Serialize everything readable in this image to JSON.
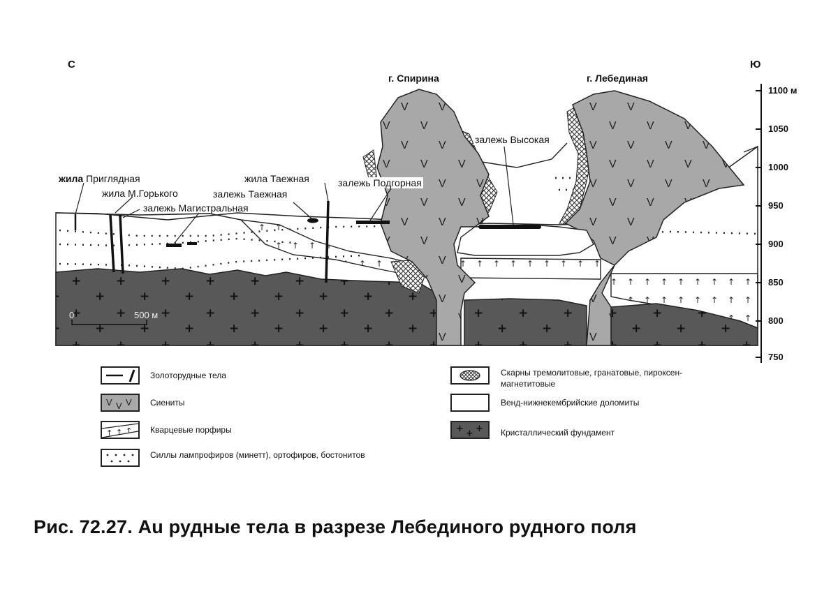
{
  "directions": {
    "north": "С",
    "south": "Ю"
  },
  "peaks": {
    "spirina": "г. Спирина",
    "lebedinaya": "г. Лебединая"
  },
  "labels": {
    "zhila_priglyadnaya_prefix": "жила",
    "zhila_priglyadnaya_name": "Приглядная",
    "zhila_m_gorkogo": "жила М.Горького",
    "zalezh_magistralnaya": "залежь Магистральная",
    "zhila_taezhnaya": "жила Таежная",
    "zalezh_taezhnaya": "залежь Таежная",
    "zalezh_podgornaya": "залежь Подгорная",
    "zalezh_vysokaya": "залежь Высокая"
  },
  "elevation_axis": {
    "ticks": [
      "1100 м",
      "1050",
      "1000",
      "950",
      "900",
      "850",
      "800",
      "750"
    ]
  },
  "scale_bar": {
    "start": "0",
    "end": "500 м"
  },
  "legend": [
    {
      "text": "Золоторудные тела",
      "swatch": "ore"
    },
    {
      "text": "Сиениты",
      "swatch": "syenite"
    },
    {
      "text": "Кварцевые порфиры",
      "swatch": "porphyry"
    },
    {
      "text": "Силлы лампрофиров (минетт), ортофиров, бостонитов",
      "swatch": "sills"
    },
    {
      "text": "Скарны тремолитовые, гранатовые, пироксен-магнетитовые",
      "swatch": "skarn"
    },
    {
      "text": "Венд-нижнекембрийские доломиты",
      "swatch": "dolomite"
    },
    {
      "text": "Кристаллический фундамент",
      "swatch": "basement"
    }
  ],
  "colors": {
    "syenite": "#a8a8a8",
    "basement": "#555555",
    "dolomite": "#ffffff",
    "ore": "#111111"
  },
  "caption": "Рис. 72.27. Au рудные тела в разрезе Лебединого рудного поля"
}
